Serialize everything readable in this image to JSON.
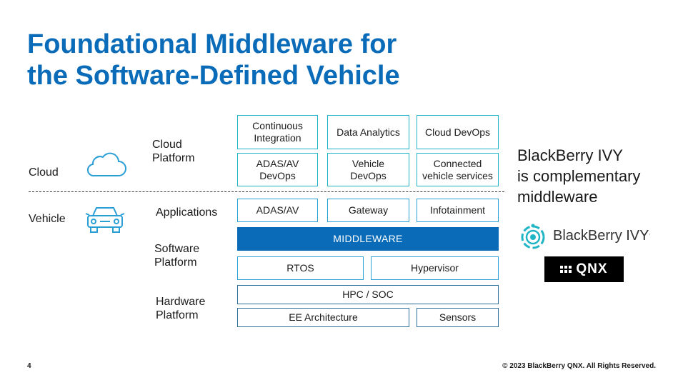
{
  "title": {
    "line1": "Foundational Middleware for",
    "line2": "the Software-Defined Vehicle"
  },
  "labels": {
    "cloud": "Cloud",
    "cloud_platform": "Cloud\nPlatform",
    "vehicle": "Vehicle",
    "applications": "Applications",
    "software_platform": "Software\nPlatform",
    "hardware_platform": "Hardware\nPlatform"
  },
  "cloud_boxes": {
    "continuous_integration": "Continuous\nIntegration",
    "data_analytics": "Data Analytics",
    "cloud_devops": "Cloud DevOps",
    "adas_av_devops": "ADAS/AV\nDevOps",
    "vehicle_devops": "Vehicle\nDevOps",
    "connected_vehicle_services": "Connected\nvehicle services"
  },
  "vehicle_boxes": {
    "adas_av": "ADAS/AV",
    "gateway": "Gateway",
    "infotainment": "Infotainment",
    "middleware": "MIDDLEWARE",
    "rtos": "RTOS",
    "hypervisor": "Hypervisor",
    "hpc_soc": "HPC / SOC",
    "ee_architecture": "EE Architecture",
    "sensors": "Sensors"
  },
  "sidebar": {
    "line1": "BlackBerry IVY",
    "line2": "is complementary",
    "line3": "middleware",
    "ivy_logo_text": "BlackBerry IVY",
    "ivy_tm": ".",
    "qnx_logo_text": "QNX"
  },
  "footer": {
    "page_number": "4",
    "copyright": "© 2023 BlackBerry QNX. All Rights Reserved."
  },
  "colors": {
    "title_blue": "#0a6cb9",
    "box_border_blue": "#2a9fd6",
    "box_border_teal": "#1fb3c8",
    "middleware_fill": "#0a6cb9",
    "ivy_teal": "#20b5c5"
  },
  "icons": [
    "cloud-icon",
    "car-icon",
    "blackberry-ivy-logo-icon",
    "qnx-logo-icon"
  ]
}
